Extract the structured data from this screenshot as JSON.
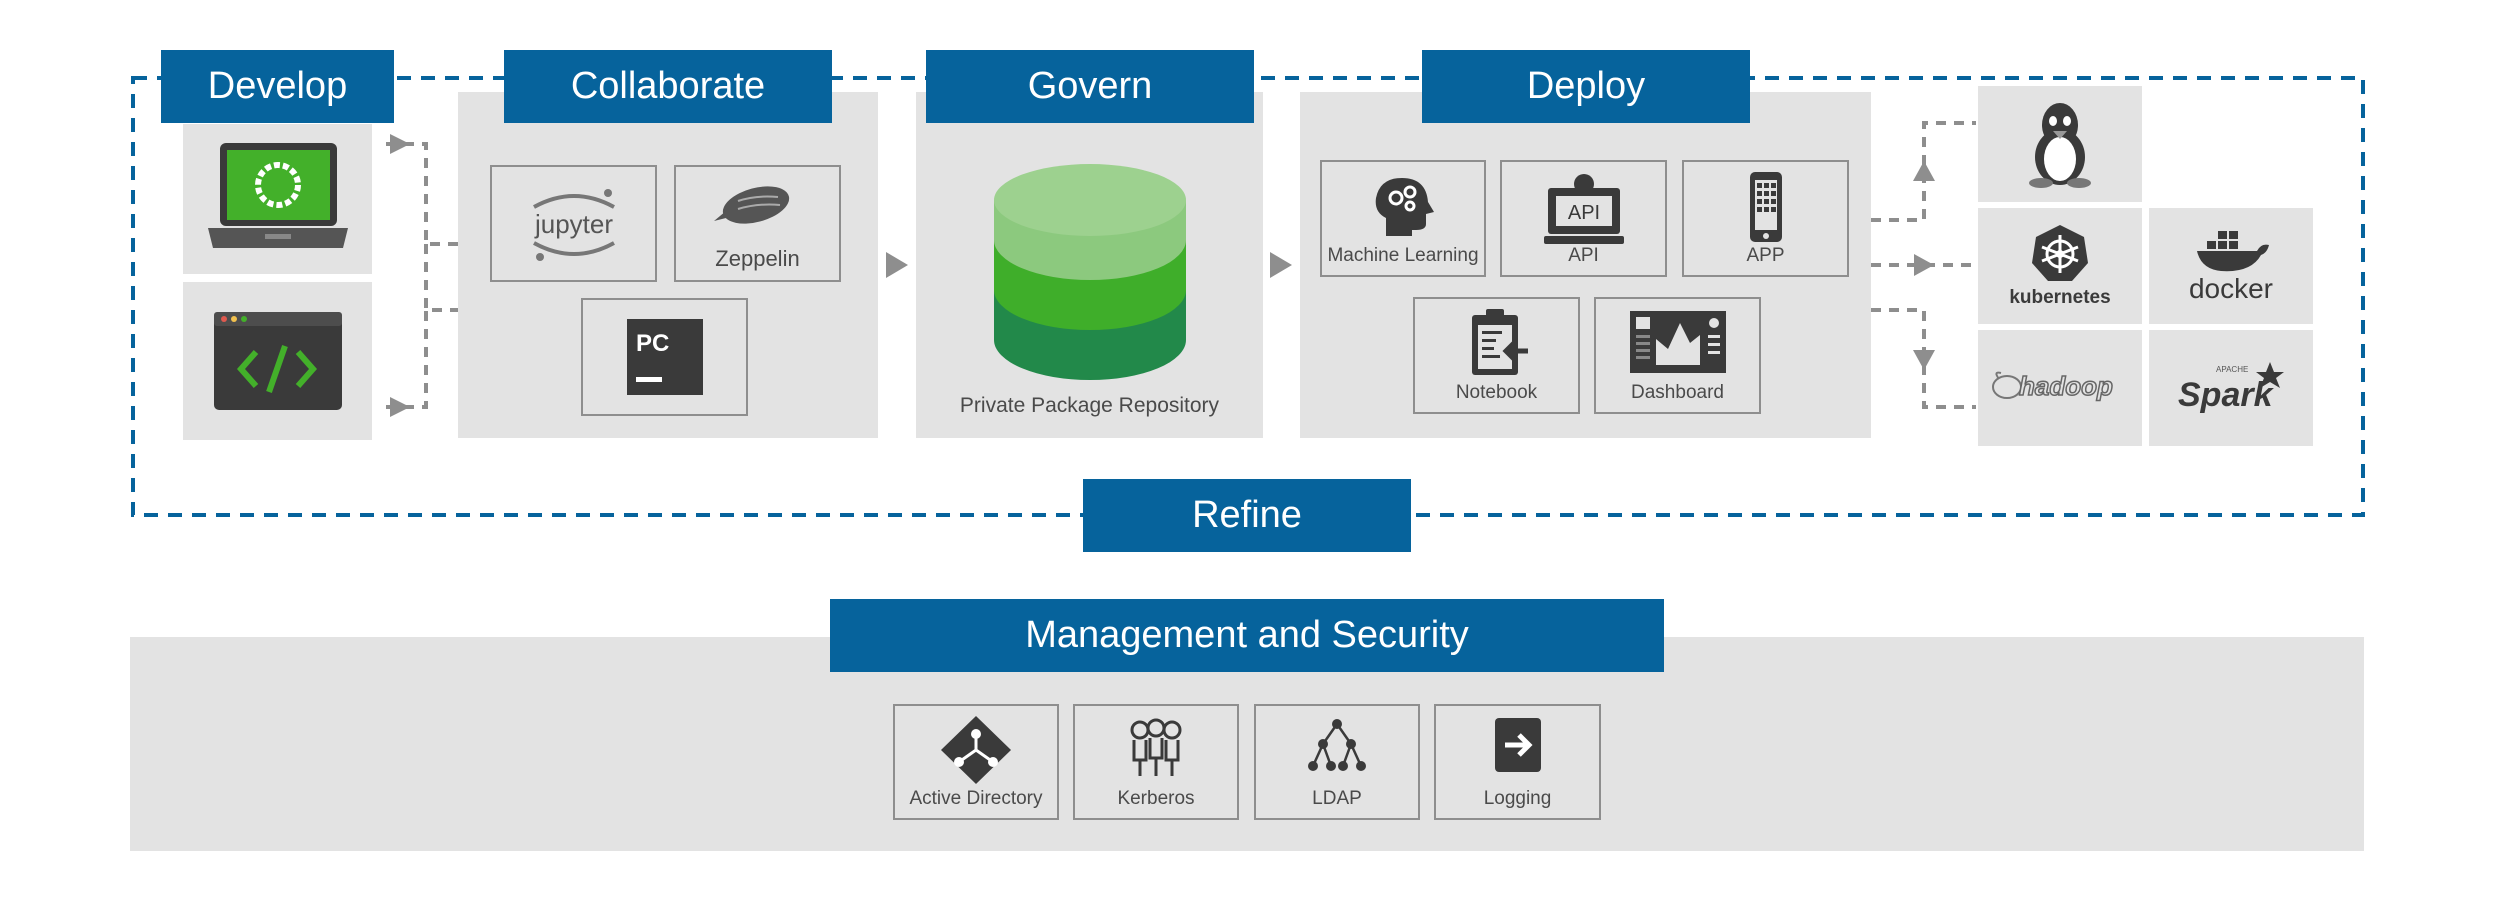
{
  "stages": {
    "develop": "Develop",
    "collaborate": "Collaborate",
    "govern": "Govern",
    "deploy": "Deploy",
    "refine": "Refine"
  },
  "collaborate_tools": {
    "jupyter": "jupyter",
    "zeppelin": "Zeppelin",
    "pycharm": "PC"
  },
  "govern": {
    "repository_label": "Private Package Repository"
  },
  "deploy_items": {
    "machine_learning": "Machine Learning",
    "api": "API",
    "api_icon_text": "API",
    "app": "APP",
    "notebook": "Notebook",
    "dashboard": "Dashboard"
  },
  "targets": {
    "kubernetes": "kubernetes",
    "docker": "docker",
    "hadoop": "hadoop",
    "spark": "Spark",
    "spark_small": "APACHE"
  },
  "management": {
    "title": "Management and Security",
    "items": [
      "Active Directory",
      "Kerberos",
      "LDAP",
      "Logging"
    ]
  },
  "colors": {
    "header_blue": "#06639c",
    "panel_gray": "#e3e3e3",
    "db_light": "#8cc97e",
    "db_mid": "#3fae2a",
    "db_dark": "#22894a",
    "anaconda_green": "#43b02a"
  }
}
